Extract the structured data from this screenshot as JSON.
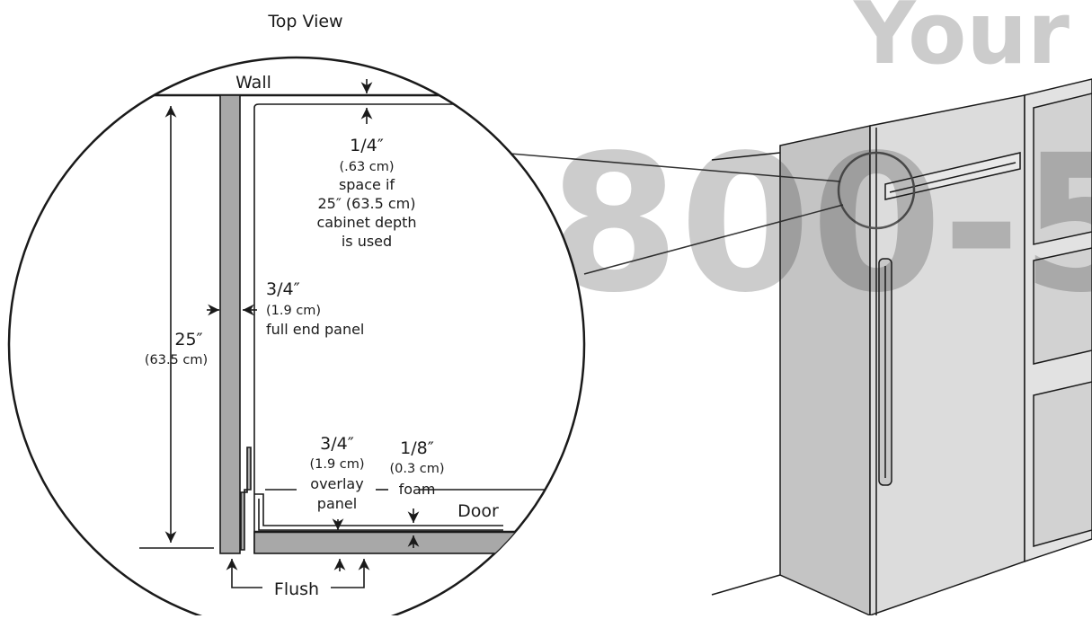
{
  "watermark": {
    "text_top": "Your",
    "text_mid": "800-5",
    "color": "#3b63a8"
  },
  "detail": {
    "view_title": "Top View",
    "wall_label": "Wall",
    "door_label": "Door",
    "flush_label": "Flush",
    "depth_25": {
      "value": "25″",
      "metric": "(63.5 cm)"
    },
    "gap_quarter": {
      "value": "1/4″",
      "lines": [
        "(.63 cm)",
        "space if",
        "25″ (63.5 cm)",
        "cabinet depth",
        "is used"
      ]
    },
    "end_panel": {
      "value": "3/4″",
      "metric": "(1.9 cm)",
      "desc": "full end panel"
    },
    "overlay_panel": {
      "value": "3/4″",
      "metric": "(1.9 cm)",
      "desc1": "overlay",
      "desc2": "panel"
    },
    "foam": {
      "value": "1/8″",
      "metric": "(0.3 cm)",
      "desc": "foam"
    }
  },
  "colors": {
    "panel_fill": "#a8a8a8",
    "fridge_fill": "#d9d9d9",
    "fridge_side": "#bfbfbf",
    "line": "#1a1a1a"
  }
}
